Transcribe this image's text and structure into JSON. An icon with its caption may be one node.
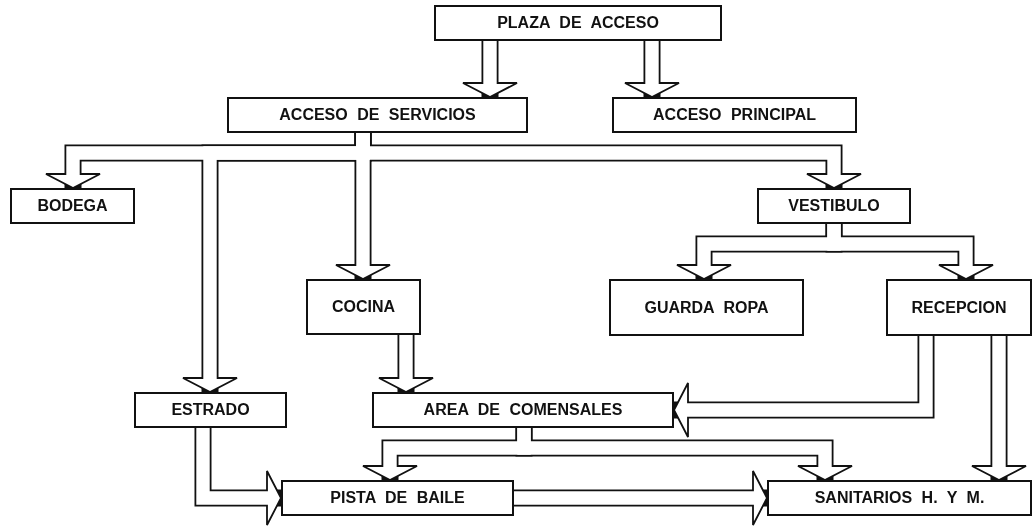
{
  "diagram": {
    "nodes": [
      {
        "text": [
          "PLAZA DE ACCESO"
        ]
      },
      {
        "text": [
          "ACCESO DE SERVICIOS"
        ]
      },
      {
        "text": [
          "ACCESO PRINCIPAL"
        ]
      },
      {
        "text": [
          "BODEGA"
        ]
      },
      {
        "text": [
          "VESTIBULO"
        ]
      },
      {
        "text": [
          "COCINA"
        ]
      },
      {
        "text": [
          "GUARDA ROPA"
        ]
      },
      {
        "text": [
          "RECEPCION"
        ]
      },
      {
        "text": [
          "ESTRADO"
        ]
      },
      {
        "text": [
          "AREA DE COMENSALES"
        ]
      },
      {
        "text": [
          "PISTA DE BAILE"
        ]
      },
      {
        "text": [
          "SANITARIOS H. Y M."
        ]
      }
    ],
    "edges": [
      {
        "from": 0,
        "to": 1,
        "arrow": "to"
      },
      {
        "from": 0,
        "to": 2,
        "arrow": "to"
      },
      {
        "from": 1,
        "to": 3,
        "arrow": "to"
      },
      {
        "from": 1,
        "to": 8,
        "arrow": "to"
      },
      {
        "from": 1,
        "to": 5,
        "arrow": "to"
      },
      {
        "from": 1,
        "to": 4,
        "arrow": "to"
      },
      {
        "from": 4,
        "to": 6,
        "arrow": "to"
      },
      {
        "from": 4,
        "to": 7,
        "arrow": "to"
      },
      {
        "from": 5,
        "to": 9,
        "arrow": "to"
      },
      {
        "from": 7,
        "to": 9,
        "arrow": "to"
      },
      {
        "from": 7,
        "to": 11,
        "arrow": "to"
      },
      {
        "from": 9,
        "to": 10,
        "arrow": "to"
      },
      {
        "from": 9,
        "to": 11,
        "arrow": "to"
      },
      {
        "from": 8,
        "to": 10,
        "arrow": "to"
      },
      {
        "from": 10,
        "to": 11,
        "arrow": "to"
      }
    ]
  }
}
